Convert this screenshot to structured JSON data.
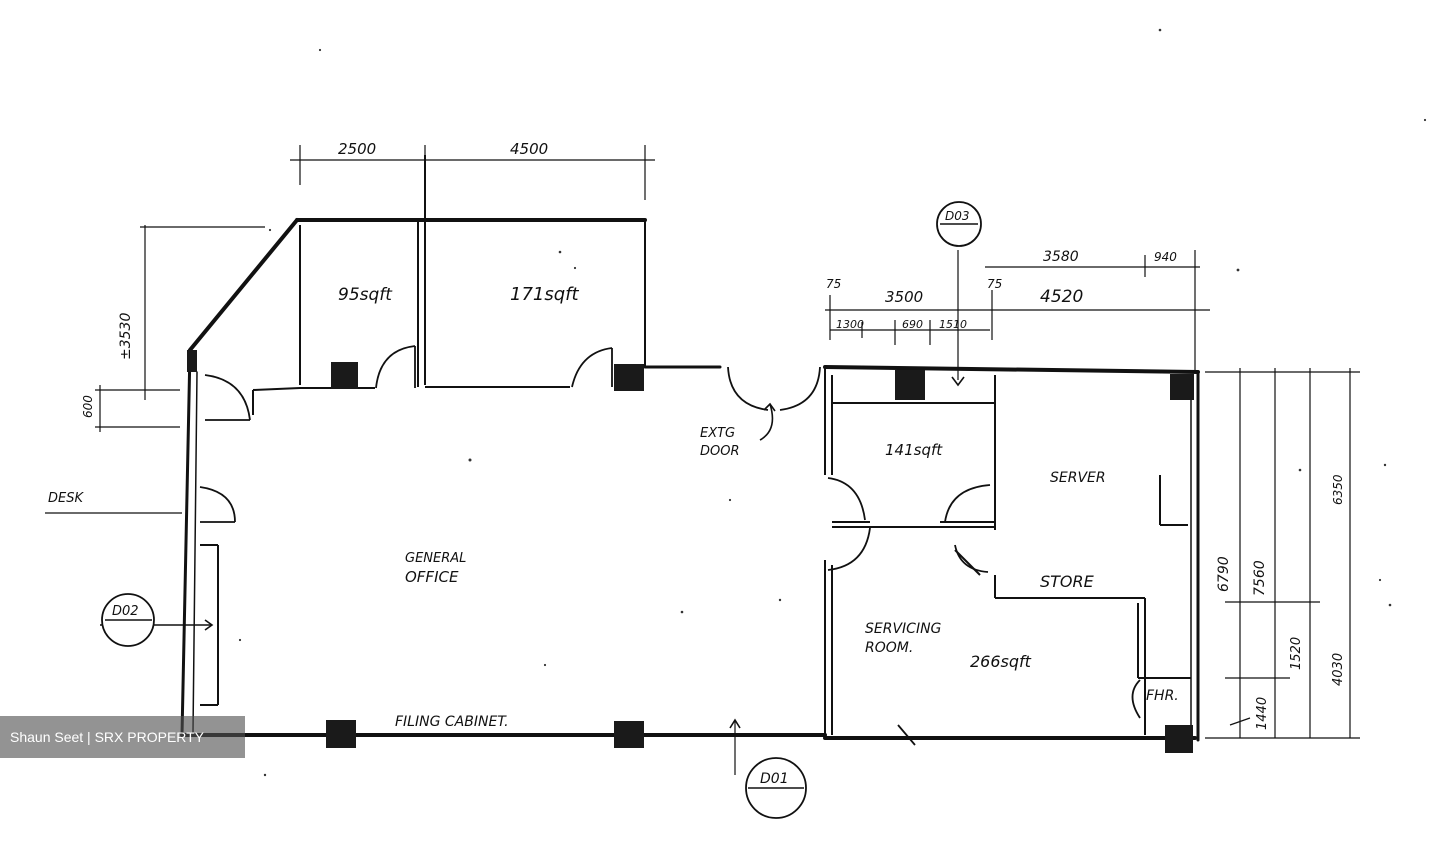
{
  "dimensions": {
    "top_a": "2500",
    "top_b": "4500",
    "left_height": "±3530",
    "left_small": "600",
    "right_top_a": "3580",
    "right_top_b": "940",
    "mid_a": "75",
    "mid_b": "3500",
    "mid_c": "75",
    "mid_d": "4520",
    "sub_a": "1300",
    "sub_b": "690",
    "sub_c": "1510",
    "right_v1": "6790",
    "right_v2": "7560",
    "right_v3": "1520",
    "right_v4": "1440",
    "right_v5": "6350",
    "right_v6": "4030"
  },
  "rooms": {
    "room_1_area": "95sqft",
    "room_2_area": "171sqft",
    "room_3_area": "141sqft",
    "general_office_line1": "GENERAL",
    "general_office_line2": "OFFICE",
    "server_room": "SERVER",
    "store": "STORE",
    "servicing_line1": "SERVICING",
    "servicing_line2": "ROOM.",
    "servicing_area": "266sqft",
    "fhr": "FHR.",
    "filing_cabinet": "FILING CABINET.",
    "desk": "DESK",
    "exit_line1": "EXTG",
    "exit_line2": "DOOR"
  },
  "tags": {
    "d01": "D01",
    "d02": "D02",
    "d03": "D03"
  },
  "watermark": {
    "text": "Shaun Seet | SRX PROPERTY"
  }
}
